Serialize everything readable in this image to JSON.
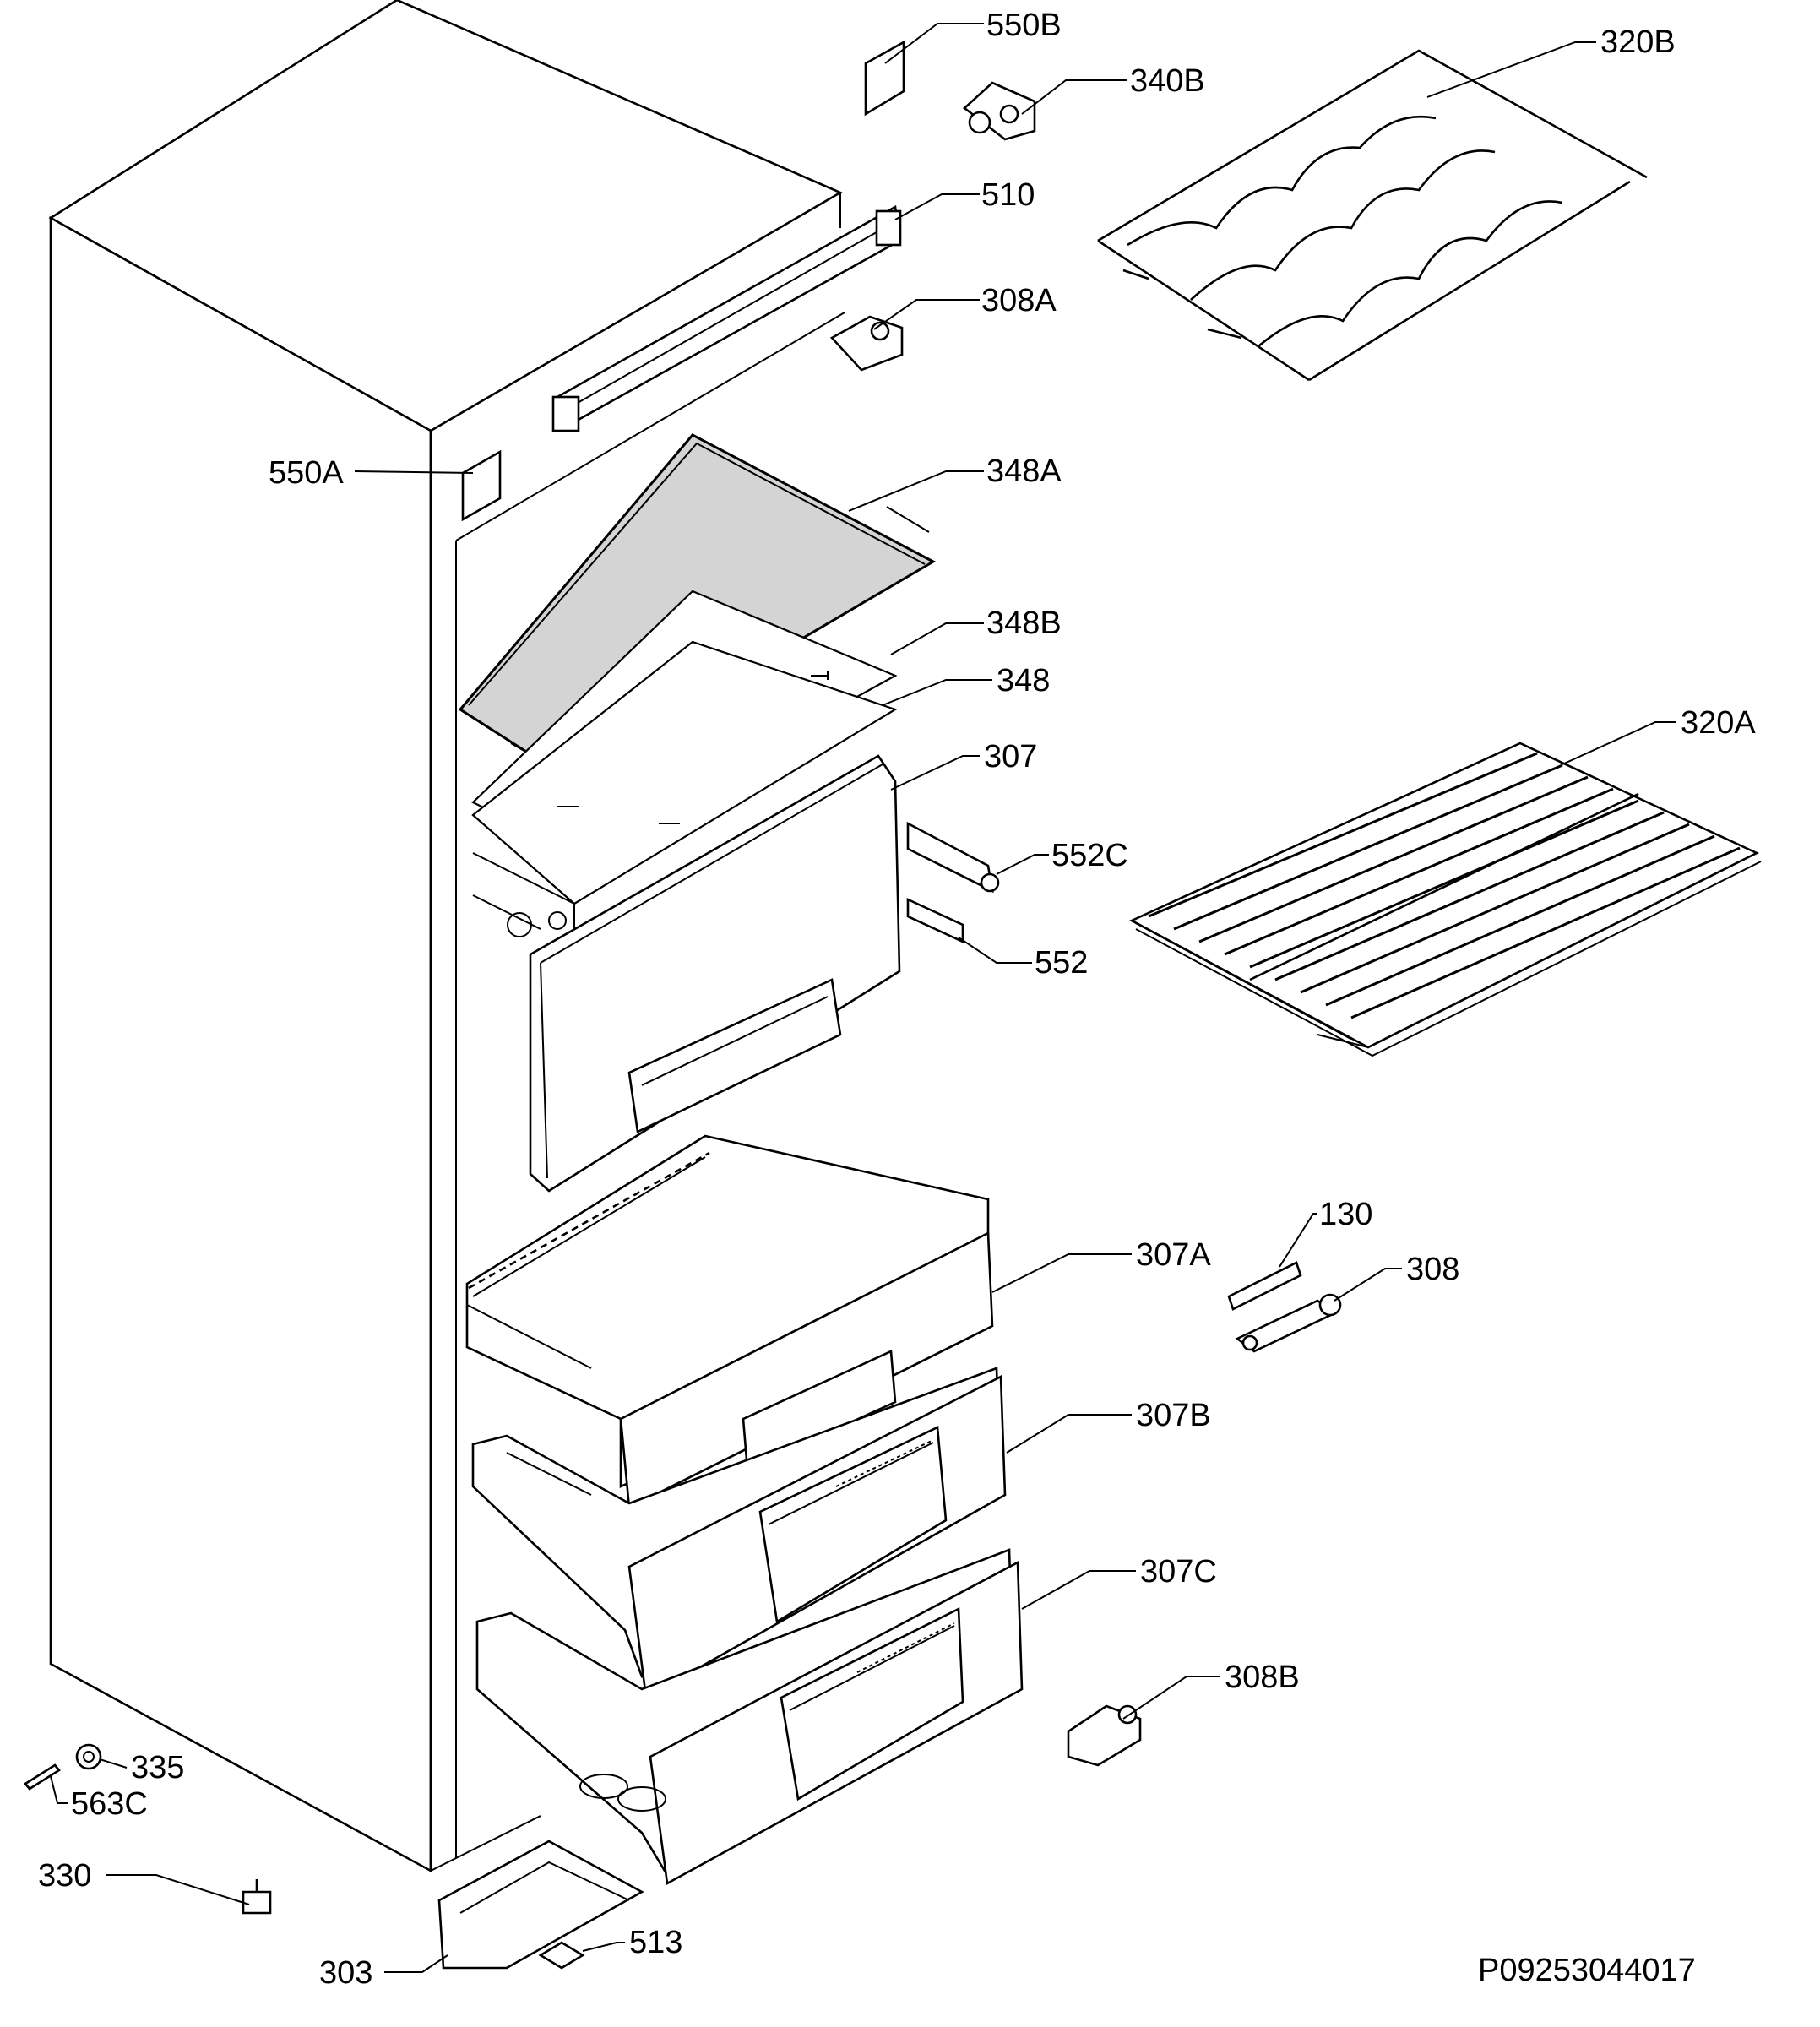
{
  "diagram": {
    "part_labels": {
      "l550B": "550B",
      "l340B": "340B",
      "l320B": "320B",
      "l510": "510",
      "l308A": "308A",
      "l550A": "550A",
      "l348A": "348A",
      "l348B": "348B",
      "l348": "348",
      "l307": "307",
      "l320A": "320A",
      "l552C": "552C",
      "l552": "552",
      "l130": "130",
      "l307A": "307A",
      "l308": "308",
      "l307B": "307B",
      "l307C": "307C",
      "l308B": "308B",
      "l335": "335",
      "l563C": "563C",
      "l330": "330",
      "l513": "513",
      "l303": "303"
    },
    "drawing_number": "P09253044017"
  }
}
